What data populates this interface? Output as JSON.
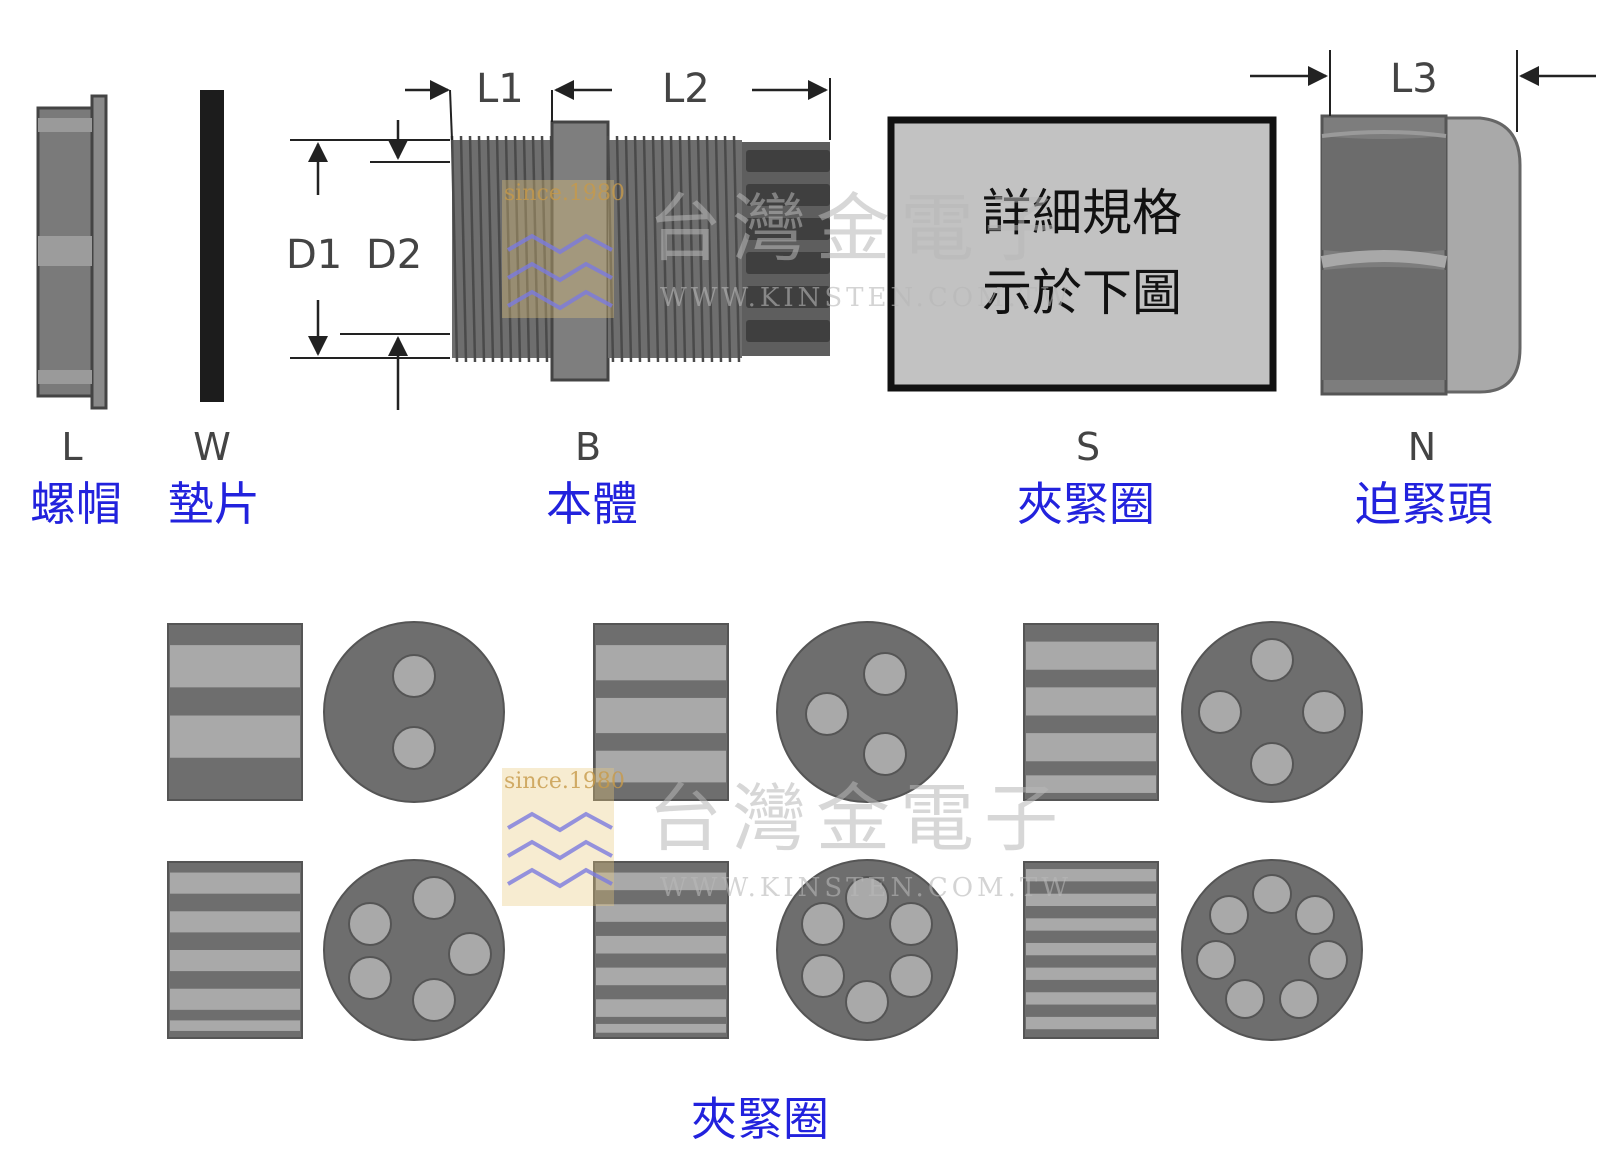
{
  "dimensions": {
    "l1": "L1",
    "l2": "L2",
    "l3": "L3",
    "d1": "D1",
    "d2": "D2"
  },
  "components": [
    {
      "letter": "L",
      "name": "螺帽"
    },
    {
      "letter": "W",
      "name": "墊片"
    },
    {
      "letter": "B",
      "name": "本體"
    },
    {
      "letter": "S",
      "name": "夾緊圈"
    },
    {
      "letter": "N",
      "name": "迫緊頭"
    }
  ],
  "note": {
    "line1": "詳細規格",
    "line2": "示於下圖"
  },
  "inserts_label": "夾緊圈",
  "watermark": {
    "since": "since.1980",
    "company": "台灣金電子",
    "url": "WWW.KINSTEN.COM.TW"
  },
  "colors": {
    "part_fill": "#6e6e6e",
    "part_light": "#a9a9a9",
    "label_blue": "#2222dd",
    "watermark_gold": "#e8c97a",
    "watermark_blue": "#7a7adf"
  }
}
